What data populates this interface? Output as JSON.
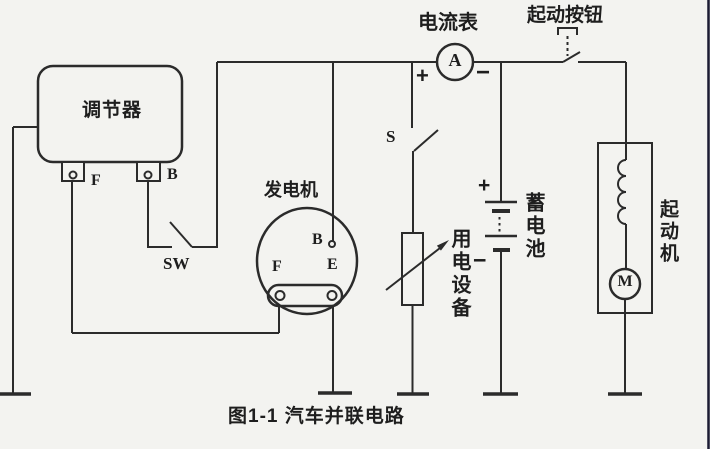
{
  "figure": {
    "caption": "图1-1 汽车并联电路"
  },
  "colors": {
    "background": "#f3f3f0",
    "line": "#2b2b2b",
    "right_edge": "#1b1b33"
  },
  "components": {
    "regulator": {
      "label": "调节器",
      "terminal_f": "F",
      "terminal_b": "B"
    },
    "field_switch": {
      "label": "SW"
    },
    "generator": {
      "label": "发电机",
      "terminal_b": "B",
      "brush_f": "F",
      "brush_e": "E"
    },
    "ammeter": {
      "label": "电流表",
      "symbol": "A",
      "plus": "+",
      "minus": "−"
    },
    "load_switch": {
      "label": "S"
    },
    "load": {
      "label": "用电设备"
    },
    "battery": {
      "label": "蓄电池",
      "plus": "+",
      "minus": "−"
    },
    "start_button": {
      "label": "起动按钮"
    },
    "starter": {
      "label": "起动机",
      "motor_symbol": "M"
    }
  }
}
